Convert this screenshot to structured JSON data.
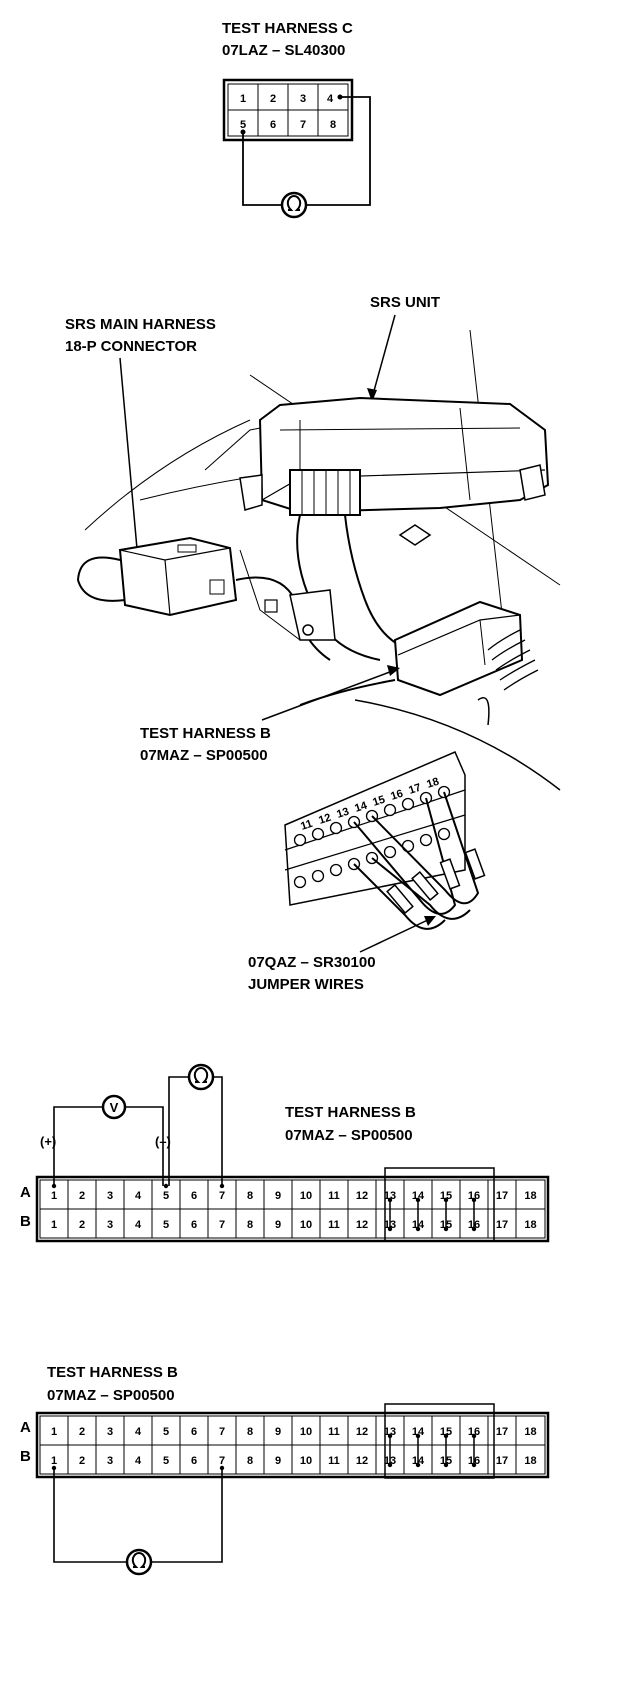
{
  "harness_c": {
    "title": "TEST HARNESS C",
    "part": "07LAZ – SL40300",
    "top_pins": [
      "1",
      "2",
      "3",
      "4"
    ],
    "bottom_pins": [
      "5",
      "6",
      "7",
      "8"
    ]
  },
  "unit_view": {
    "srs_unit": "SRS UNIT",
    "main_harness_line1": "SRS MAIN HARNESS",
    "main_harness_line2": "18-P CONNECTOR",
    "harness_b_line1": "TEST HARNESS B",
    "harness_b_line2": "07MAZ – SP00500",
    "jumper_line1": "07QAZ – SR30100",
    "jumper_line2": "JUMPER WIRES",
    "detail_pins": [
      "11",
      "12",
      "13",
      "14",
      "15",
      "16",
      "17",
      "18"
    ]
  },
  "harness_b1": {
    "title": "TEST HARNESS B",
    "part": "07MAZ – SP00500",
    "plus": "(+)",
    "minus": "(–)",
    "voltmeter": "V",
    "row_a": "A",
    "row_b": "B",
    "pins": [
      "1",
      "2",
      "3",
      "4",
      "5",
      "6",
      "7",
      "8",
      "9",
      "10",
      "11",
      "12",
      "13",
      "14",
      "15",
      "16",
      "17",
      "18"
    ]
  },
  "harness_b2": {
    "title": "TEST HARNESS B",
    "part": "07MAZ – SP00500",
    "row_a": "A",
    "row_b": "B",
    "pins": [
      "1",
      "2",
      "3",
      "4",
      "5",
      "6",
      "7",
      "8",
      "9",
      "10",
      "11",
      "12",
      "13",
      "14",
      "15",
      "16",
      "17",
      "18"
    ]
  }
}
